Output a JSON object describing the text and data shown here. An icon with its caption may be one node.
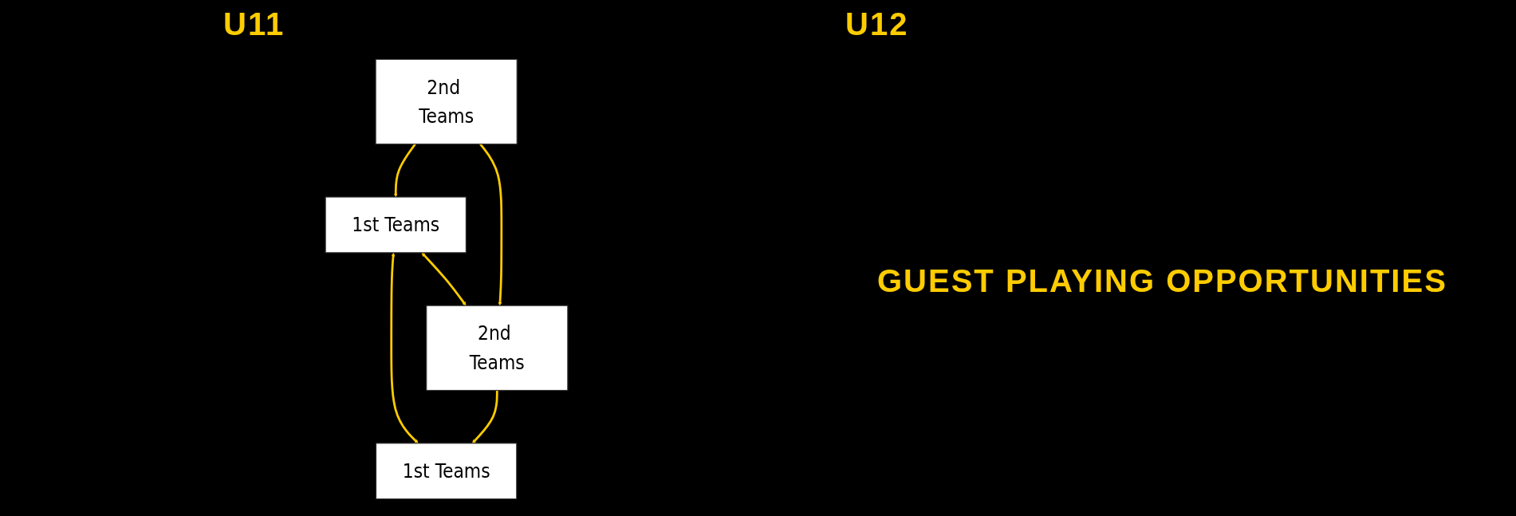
{
  "diagram": {
    "nodes": [
      {
        "text": [
          "1st Teams"
        ]
      },
      {
        "text": [
          "1st Teams"
        ]
      },
      {
        "text": [
          "2nd Teams"
        ]
      },
      {
        "text": [
          "2nd Teams"
        ]
      }
    ],
    "edges": [
      {
        "from": 0,
        "to": 1,
        "arrow": "both"
      },
      {
        "from": 0,
        "to": 3,
        "arrow": "both"
      },
      {
        "from": 2,
        "to": 0,
        "arrow": "to"
      },
      {
        "from": 3,
        "to": 1,
        "arrow": "to"
      },
      {
        "from": 2,
        "to": 3,
        "arrow": "to"
      }
    ],
    "labels": [
      "U11",
      "U12",
      "GUEST PLAYING OPPORTUNITIES"
    ]
  }
}
